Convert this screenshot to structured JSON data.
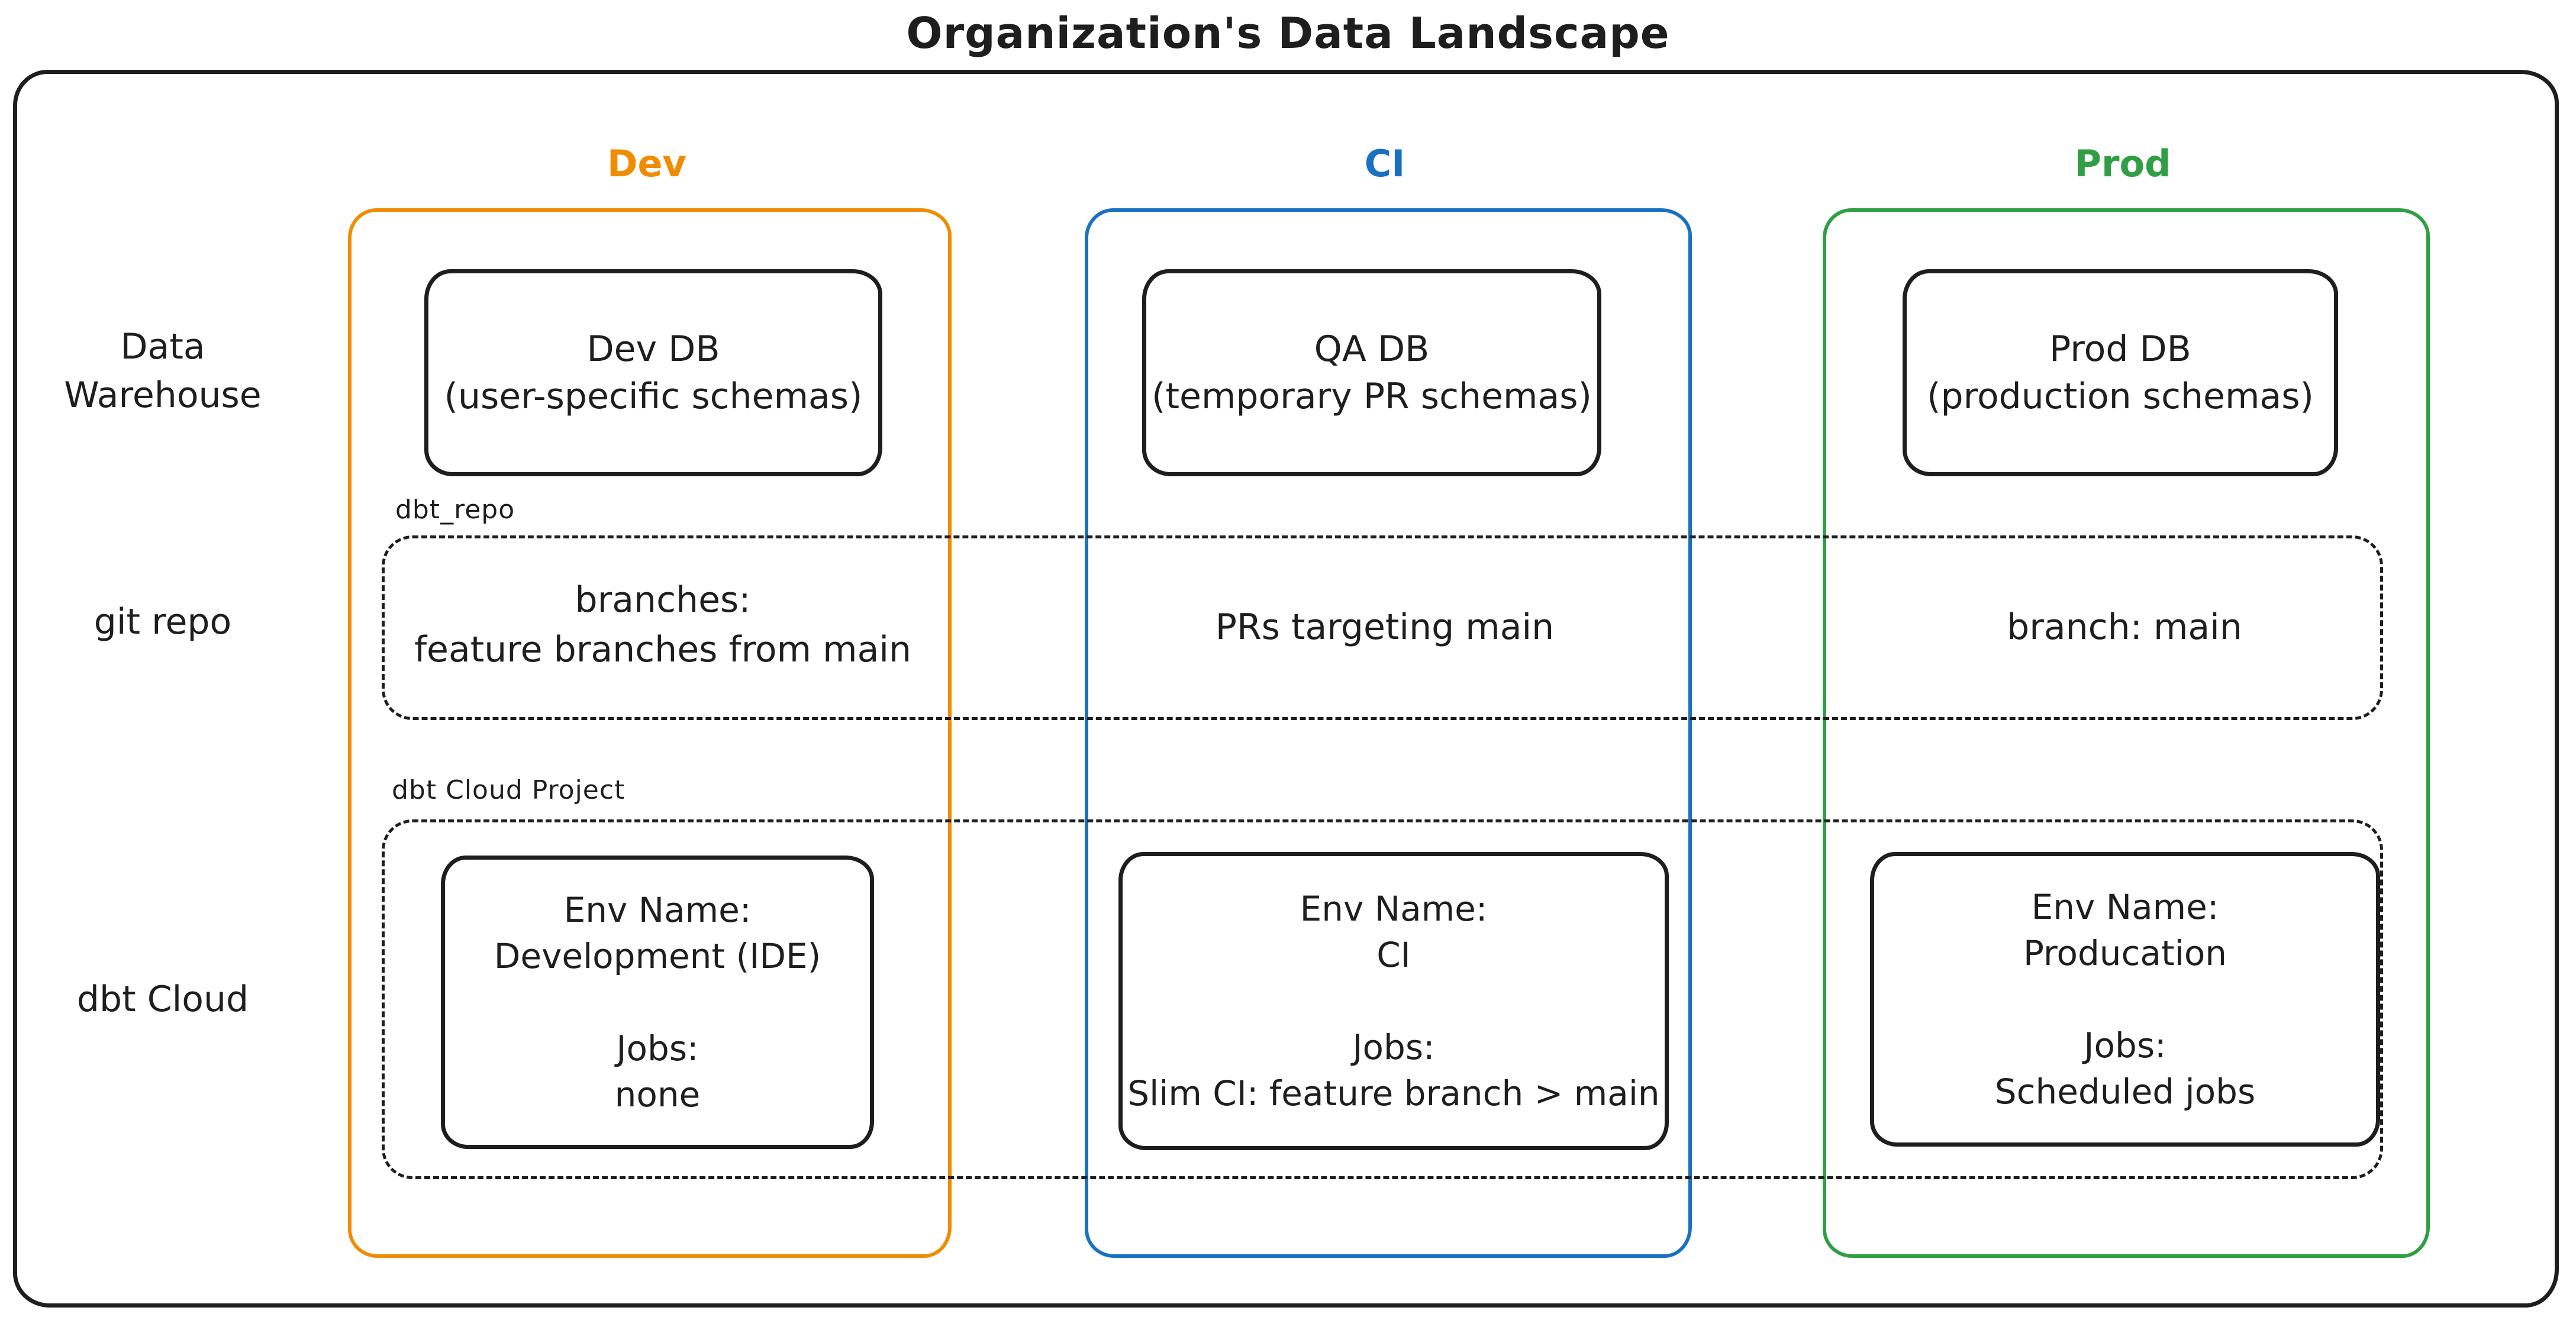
{
  "title": "Organization's Data Landscape",
  "colors": {
    "dev_accent": "#f08c00",
    "ci_accent": "#1971c2",
    "prod_accent": "#2f9e44",
    "ink": "#1e1e1e"
  },
  "rows": {
    "warehouse": {
      "label_line1": "Data",
      "label_line2": "Warehouse"
    },
    "git": {
      "label": "git repo"
    },
    "cloud": {
      "label": "dbt Cloud"
    }
  },
  "groups": {
    "repo_label": "dbt_repo",
    "cloud_project_label": "dbt Cloud Project"
  },
  "columns": {
    "dev": {
      "header": "Dev",
      "db_line1": "Dev DB",
      "db_line2": "(user-specific schemas)",
      "git_line1": "branches:",
      "git_line2": "feature branches from main",
      "env_title": "Env Name:",
      "env_name": "Development (IDE)",
      "jobs_title": "Jobs:",
      "jobs_value": "none"
    },
    "ci": {
      "header": "CI",
      "db_line1": "QA DB",
      "db_line2": "(temporary PR schemas)",
      "git_line1": "PRs targeting main",
      "env_title": "Env Name:",
      "env_name": "CI",
      "jobs_title": "Jobs:",
      "jobs_value": "Slim CI: feature branch > main"
    },
    "prod": {
      "header": "Prod",
      "db_line1": "Prod DB",
      "db_line2": "(production schemas)",
      "git_line1": "branch: main",
      "env_title": "Env Name:",
      "env_name": "Producation",
      "jobs_title": "Jobs:",
      "jobs_value": "Scheduled jobs"
    }
  }
}
